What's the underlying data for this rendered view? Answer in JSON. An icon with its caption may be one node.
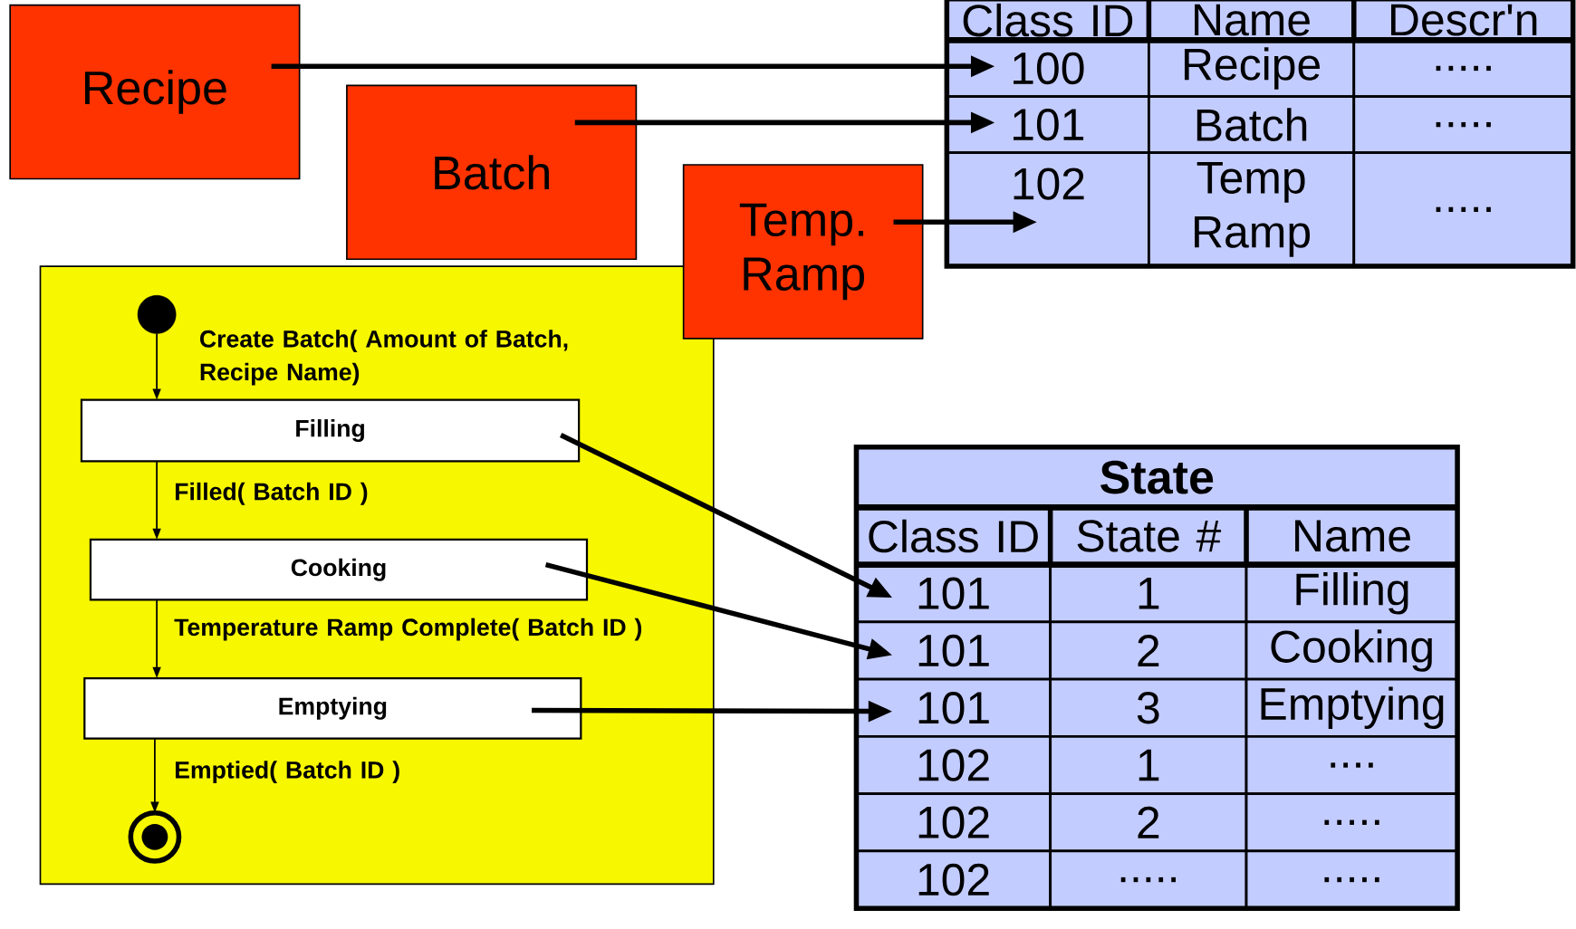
{
  "diagram": {
    "nodes": [
      {
        "text": [
          "Recipe"
        ]
      },
      {
        "text": [
          "Batch"
        ]
      },
      {
        "text": [
          "Temp. Ramp"
        ]
      },
      {
        "text": [
          "Class ID"
        ]
      },
      {
        "text": [
          "Name"
        ]
      },
      {
        "text": [
          "Descr'n"
        ]
      },
      {
        "text": [
          "100"
        ]
      },
      {
        "text": [
          "Recipe"
        ]
      },
      {
        "text": [
          "....."
        ]
      },
      {
        "text": [
          "101"
        ]
      },
      {
        "text": [
          "Batch"
        ]
      },
      {
        "text": [
          "....."
        ]
      },
      {
        "text": [
          "102"
        ]
      },
      {
        "text": [
          "Temp Ramp"
        ]
      },
      {
        "text": [
          "....."
        ]
      },
      {
        "text": [],
        "shape": "box"
      },
      {
        "text": [],
        "shape": "circle",
        "in": 15
      },
      {
        "text": [
          "Filling"
        ],
        "in": 15
      },
      {
        "text": [
          "Cooking"
        ],
        "in": 15
      },
      {
        "text": [
          "Emptying"
        ],
        "in": 15
      },
      {
        "text": [],
        "shape": "circle",
        "in": 15
      },
      {
        "text": [
          "State"
        ]
      },
      {
        "text": [
          "Class ID"
        ]
      },
      {
        "text": [
          "State #"
        ]
      },
      {
        "text": [
          "Name"
        ]
      },
      {
        "text": [
          "101"
        ]
      },
      {
        "text": [
          "1"
        ]
      },
      {
        "text": [
          "Filling"
        ]
      },
      {
        "text": [
          "101"
        ]
      },
      {
        "text": [
          "2"
        ]
      },
      {
        "text": [
          "Cooking"
        ]
      },
      {
        "text": [
          "101"
        ]
      },
      {
        "text": [
          "3"
        ]
      },
      {
        "text": [
          "Emptying"
        ]
      },
      {
        "text": [
          "102"
        ]
      },
      {
        "text": [
          "1"
        ]
      },
      {
        "text": [
          "...."
        ]
      },
      {
        "text": [
          "102"
        ]
      },
      {
        "text": [
          "2"
        ]
      },
      {
        "text": [
          "....."
        ]
      },
      {
        "text": [
          "102"
        ]
      },
      {
        "text": [
          "....."
        ]
      },
      {
        "text": [
          "....."
        ]
      }
    ],
    "edges": [
      {
        "from": 0,
        "to": 6,
        "arrow": "to"
      },
      {
        "from": 1,
        "to": 9,
        "arrow": "to"
      },
      {
        "from": 2,
        "to": 12,
        "arrow": "to"
      },
      {
        "from": 16,
        "to": 17,
        "arrow": "to",
        "label": "Create Batch( Amount of Batch, Recipe Name)"
      },
      {
        "from": 17,
        "to": 18,
        "arrow": "to",
        "label": "Filled( Batch ID )"
      },
      {
        "from": 18,
        "to": 19,
        "arrow": "to",
        "label": "Temperature Ramp Complete( Batch ID )"
      },
      {
        "from": 19,
        "to": 20,
        "arrow": "to",
        "label": "Emptied( Batch ID )"
      },
      {
        "from": 17,
        "to": 25,
        "arrow": "to"
      },
      {
        "from": 18,
        "to": 28,
        "arrow": "to"
      },
      {
        "from": 19,
        "to": 31,
        "arrow": "to"
      }
    ]
  }
}
